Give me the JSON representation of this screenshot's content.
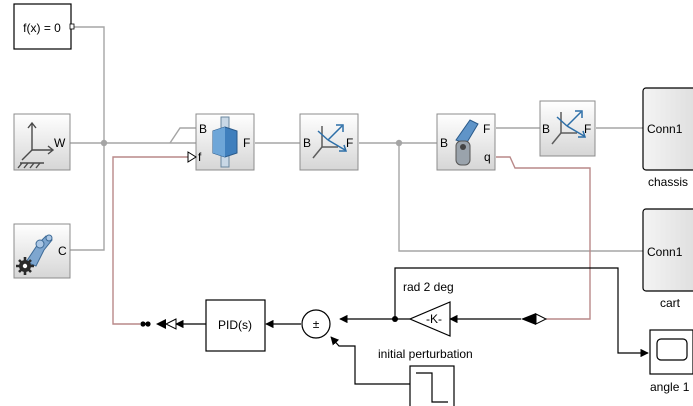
{
  "blocks": {
    "constraint": {
      "label": "f(x) = 0"
    },
    "world": {
      "port": "W"
    },
    "mech_config": {
      "port": "C"
    },
    "prismatic": {
      "port_b": "B",
      "port_f": "F",
      "port_force": "f"
    },
    "transform1": {
      "port_b": "B",
      "port_f": "F"
    },
    "revolute": {
      "port_b": "B",
      "port_f": "F",
      "port_q": "q"
    },
    "transform2": {
      "port_b": "B",
      "port_f": "F"
    },
    "chassis": {
      "port": "Conn1",
      "name": "chassis"
    },
    "cart": {
      "port": "Conn1",
      "name": "cart"
    },
    "gain": {
      "label": "-K-",
      "name": "rad 2 deg"
    },
    "pid": {
      "label": "PID(s)"
    },
    "sum": {
      "signs": "±"
    },
    "step": {
      "name": "initial perturbation"
    },
    "scope": {
      "name": "angle 1"
    }
  },
  "colors": {
    "mech_line": "#a5a5a5",
    "signal_line": "#000000",
    "physical_signal_line": "#b98989",
    "block_border": "#000000",
    "mech_block_border": "#8c8c8c",
    "icon_blue": "#2d6fa8"
  }
}
